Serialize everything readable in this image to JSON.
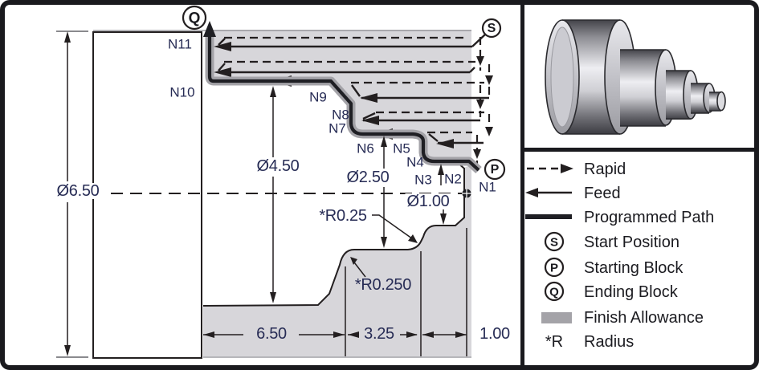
{
  "diagram": {
    "blocks": {
      "n1": "N1",
      "n2": "N2",
      "n3": "N3",
      "n4": "N4",
      "n5": "N5",
      "n6": "N6",
      "n7": "N7",
      "n8": "N8",
      "n9": "N9",
      "n10": "N10",
      "n11": "N11"
    },
    "dims": {
      "dia_650": "Ø6.50",
      "dia_450": "Ø4.50",
      "dia_250": "Ø2.50",
      "dia_100": "Ø1.00",
      "radius_025": "*R0.25",
      "radius_0250": "*R0.250",
      "len_650": "6.50",
      "len_325": "3.25",
      "len_100": "1.00"
    },
    "markers": {
      "start": "S",
      "starting_block": "P",
      "ending_block": "Q"
    }
  },
  "legend": {
    "items": [
      {
        "key": "rapid",
        "label": "Rapid"
      },
      {
        "key": "feed",
        "label": "Feed"
      },
      {
        "key": "programmed-path",
        "label": "Programmed Path"
      },
      {
        "key": "start-position",
        "letter": "S",
        "label": "Start Position"
      },
      {
        "key": "starting-block",
        "letter": "P",
        "label": "Starting Block"
      },
      {
        "key": "ending-block",
        "letter": "Q",
        "label": "Ending Block"
      },
      {
        "key": "finish-allowance",
        "label": "Finish Allowance"
      },
      {
        "key": "radius",
        "symbol": "*R",
        "label": "Radius"
      }
    ]
  },
  "colors": {
    "stock_gray": "#d7d6da",
    "allowance_gray": "#a4a3a8",
    "line_black": "#231f20",
    "label_navy": "#272c55"
  }
}
